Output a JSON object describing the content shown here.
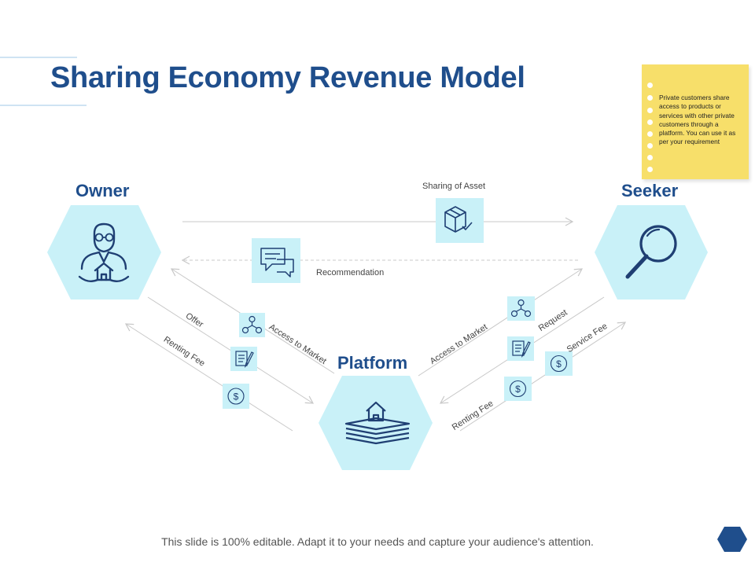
{
  "slide": {
    "title": "Sharing Economy Revenue Model",
    "footer": "This slide is 100% editable. Adapt it to your needs and capture your audience's attention."
  },
  "note": {
    "text": "Private customers share access to products or services with other private customers through a platform. You can use it as per your requirement"
  },
  "nodes": {
    "owner": {
      "label": "Owner",
      "icon": "owner-person-house-icon"
    },
    "seeker": {
      "label": "Seeker",
      "icon": "magnifier-icon"
    },
    "platform": {
      "label": "Platform",
      "icon": "layered-house-icon"
    }
  },
  "edges": {
    "sharing_of_asset": "Sharing of Asset",
    "recommendation": "Recommendation",
    "offer": "Offer",
    "renting_fee_left": "Renting Fee",
    "access_to_market_left": "Access to Market",
    "access_to_market_right": "Access to Market",
    "request": "Request",
    "service_fee": "Service Fee",
    "renting_fee_right": "Renting Fee"
  },
  "colors": {
    "title": "#1f4e8c",
    "hexagon_fill": "#c9f1f8",
    "icon_stroke": "#1f3f73",
    "note_fill": "#f7df6a",
    "arrow": "#c8c8c8"
  }
}
